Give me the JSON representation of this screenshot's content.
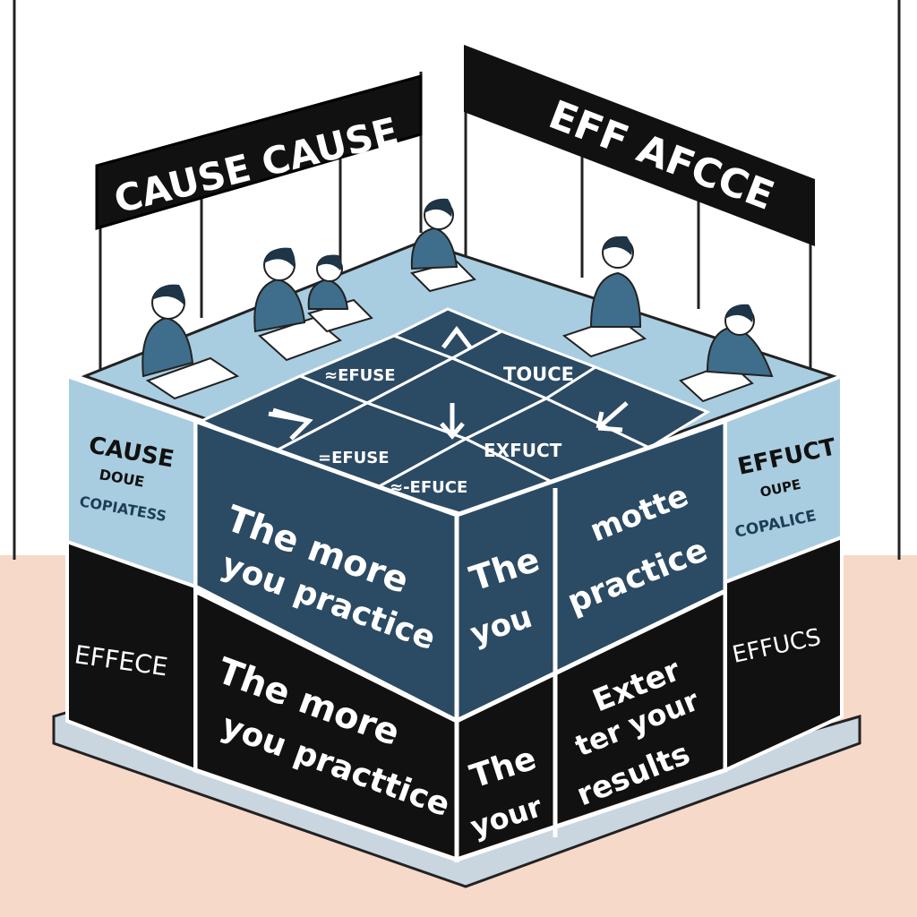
{
  "signs": {
    "left": "CAUSE CAUSE",
    "right": "EFF AFCCE"
  },
  "top_tiles": {
    "refuse_upper": "≈EFUSE",
    "touce": "TOUCE",
    "refuse_lower": "=EFUSE",
    "exfuct": "EXFUCT",
    "efuce": "≈-EFUCE"
  },
  "side_panels": {
    "left_top_title": "CAUSE",
    "left_top_sub1": "DOUE",
    "left_top_sub2": "COPIATESS",
    "left_bottom": "EFFECE",
    "right_top_title": "EFFUCT",
    "right_top_sub1": "OUPE",
    "right_top_sub2": "COPALICE",
    "right_bottom": "EFFUCS"
  },
  "front_left": {
    "upper_line1": "The more",
    "upper_line2": "you practice",
    "lower_line1": "The more",
    "lower_line2": "you practtice"
  },
  "front_right": {
    "upper_left_line1": "The",
    "upper_left_line2": "you",
    "upper_right_line1": "motte",
    "upper_right_line2": "practice",
    "lower_left_line1": "The",
    "lower_left_line2": "your",
    "lower_right_line1": "Exter",
    "lower_right_line2": "ter your",
    "lower_right_line3": "results"
  },
  "colors": {
    "navy": "#2b4a64",
    "slate": "#3e5f79",
    "light_blue": "#a9cde0",
    "black": "#111111",
    "floor": "#f7d9c9",
    "figure": "#3f6e8c"
  }
}
